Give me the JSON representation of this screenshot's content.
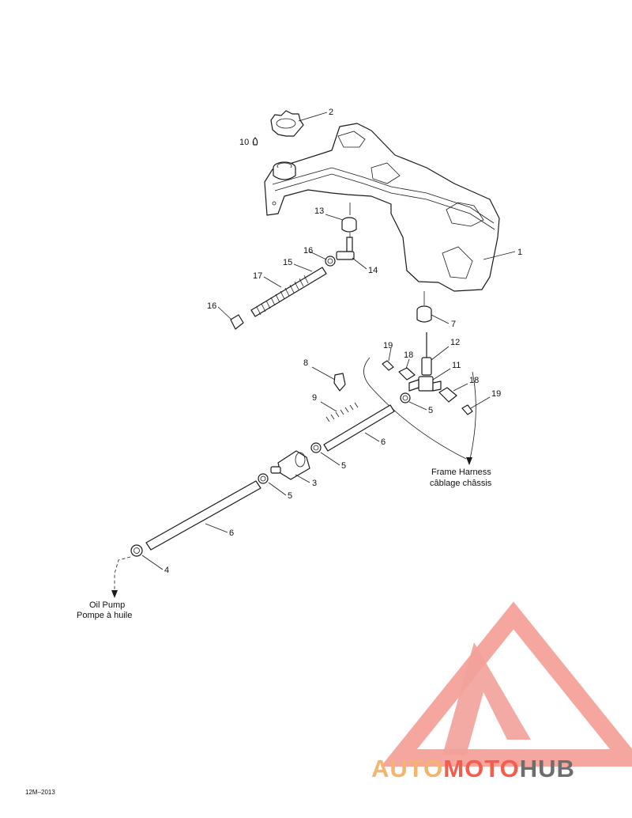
{
  "diagram": {
    "callouts": [
      {
        "id": "c1",
        "text": "1"
      },
      {
        "id": "c2",
        "text": "2"
      },
      {
        "id": "c3",
        "text": "3"
      },
      {
        "id": "c4",
        "text": "4"
      },
      {
        "id": "c5a",
        "text": "5"
      },
      {
        "id": "c5b",
        "text": "5"
      },
      {
        "id": "c5c",
        "text": "5"
      },
      {
        "id": "c6a",
        "text": "6"
      },
      {
        "id": "c6b",
        "text": "6"
      },
      {
        "id": "c7",
        "text": "7"
      },
      {
        "id": "c8",
        "text": "8"
      },
      {
        "id": "c9",
        "text": "9"
      },
      {
        "id": "c10",
        "text": "10"
      },
      {
        "id": "c11",
        "text": "11"
      },
      {
        "id": "c12",
        "text": "12"
      },
      {
        "id": "c13",
        "text": "13"
      },
      {
        "id": "c14",
        "text": "14"
      },
      {
        "id": "c15",
        "text": "15"
      },
      {
        "id": "c16a",
        "text": "16"
      },
      {
        "id": "c16b",
        "text": "16"
      },
      {
        "id": "c17",
        "text": "17"
      },
      {
        "id": "c18a",
        "text": "18"
      },
      {
        "id": "c18b",
        "text": "18"
      },
      {
        "id": "c19a",
        "text": "19"
      },
      {
        "id": "c19b",
        "text": "19"
      }
    ],
    "frame_harness_en": "Frame Harness",
    "frame_harness_fr": "câblage châssis",
    "oil_pump_en": "Oil Pump",
    "oil_pump_fr": "Pompe à huile",
    "drawing_code": "12M–2013"
  },
  "watermark": {
    "part1": "AUTO",
    "part2": "MOTO",
    "part3": "HUB",
    "color_light": "#f3a19a",
    "color_main": "#f25d4d",
    "color_dark": "#6e6e6e"
  }
}
